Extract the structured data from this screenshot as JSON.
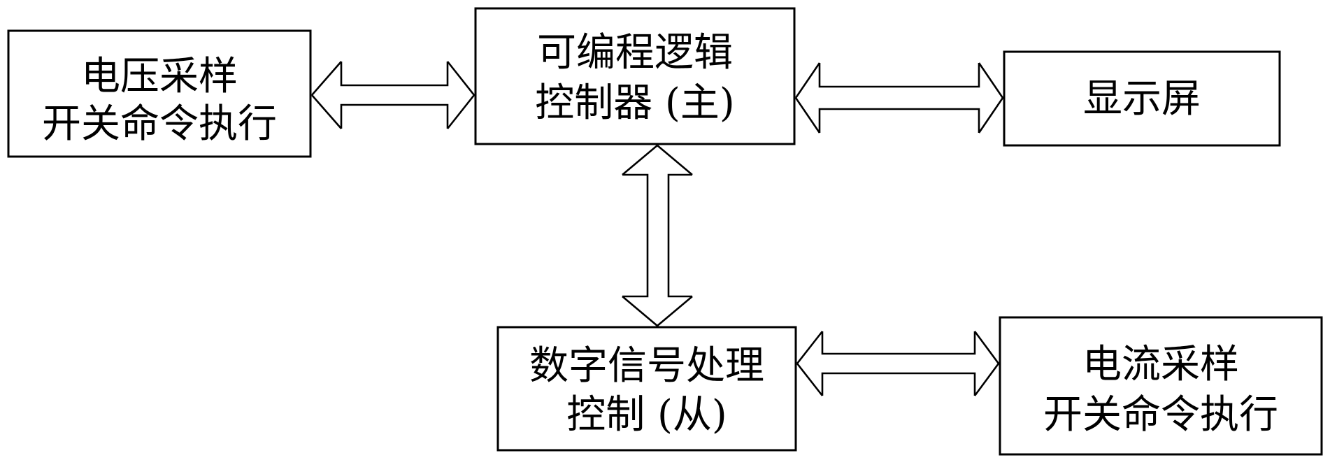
{
  "diagram": {
    "voltage_block": {
      "line1": "电压采样",
      "line2": "开关命令执行"
    },
    "fpga_block": {
      "line1": "可编程逻辑",
      "line2": "控制器 (主)"
    },
    "display_block": {
      "line1": "显示屏"
    },
    "dsp_block": {
      "line1": "数字信号处理",
      "line2": "控制 (从)"
    },
    "current_block": {
      "line1": "电流采样",
      "line2": "开关命令执行"
    }
  }
}
